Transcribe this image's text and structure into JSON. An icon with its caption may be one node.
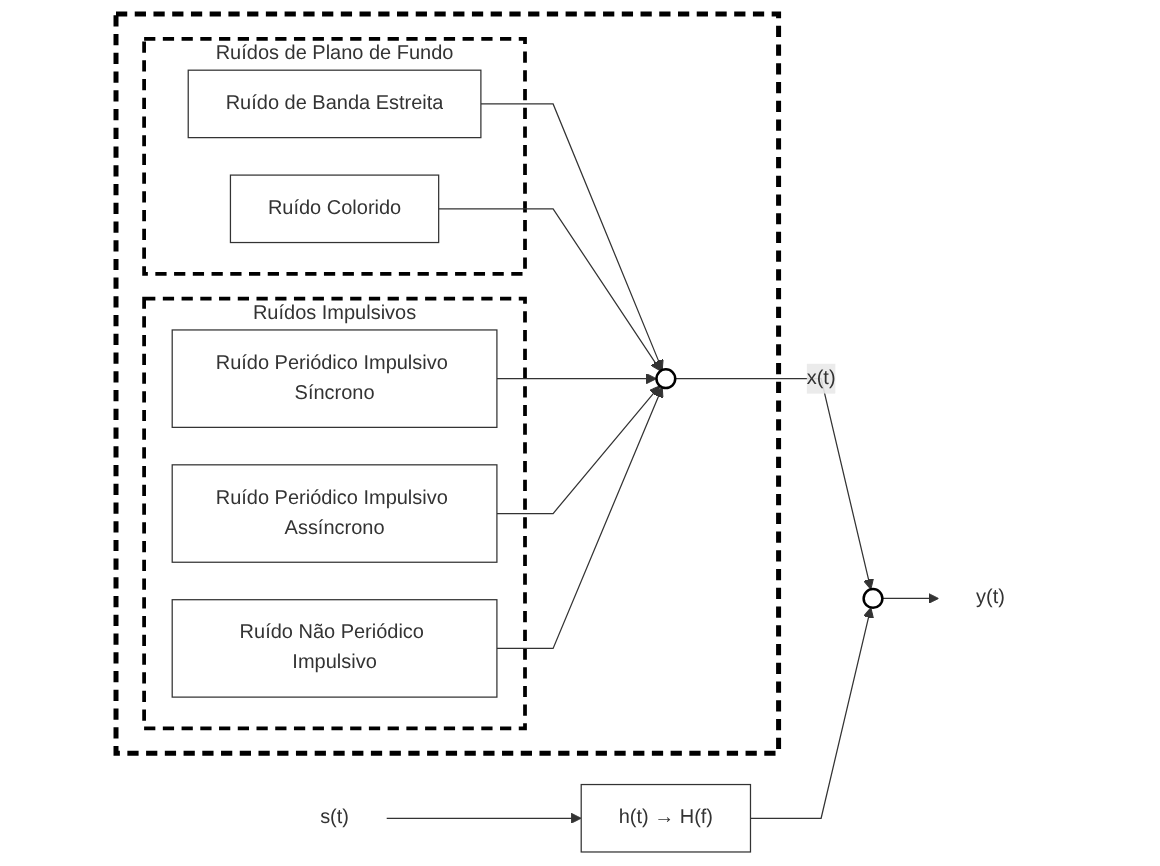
{
  "diagram": {
    "nodes": [
      {
        "text": [],
        "shape": "box"
      },
      {
        "text": [
          "Ruídos de Plano de Fundo"
        ],
        "in": 0
      },
      {
        "text": [
          "Ruído de Banda Estreita"
        ],
        "in": 1
      },
      {
        "text": [
          "Ruído Colorido"
        ],
        "in": 1
      },
      {
        "text": [],
        "shape": "circle",
        "in": 0
      },
      {
        "text": [
          "Ruídos Impulsivos"
        ],
        "in": 0
      },
      {
        "text": [
          "Ruído Periódico Impulsivo Síncrono"
        ],
        "in": 5
      },
      {
        "text": [
          "Ruído Periódico Impulsivo Assíncrono"
        ],
        "in": 5
      },
      {
        "text": [
          "Ruído Não Periódico Impulsivo"
        ],
        "in": 5
      },
      {
        "text": [
          "s(t)"
        ]
      },
      {
        "text": [
          "h(t) → H(f)"
        ]
      },
      {
        "text": [],
        "shape": "circle"
      },
      {
        "text": [
          "y(t)"
        ]
      }
    ],
    "edges": [
      {
        "from": 2,
        "to": 4,
        "arrow": "to"
      },
      {
        "from": 3,
        "to": 4,
        "arrow": "to"
      },
      {
        "from": 6,
        "to": 4,
        "arrow": "to"
      },
      {
        "from": 7,
        "to": 4,
        "arrow": "to"
      },
      {
        "from": 8,
        "to": 4,
        "arrow": "to"
      },
      {
        "from": 4,
        "to": 11,
        "arrow": "to",
        "label": "x(t)"
      },
      {
        "from": 9,
        "to": 10,
        "arrow": "to"
      },
      {
        "from": 10,
        "to": 11,
        "arrow": "to"
      },
      {
        "from": 11,
        "to": 12,
        "arrow": "to"
      }
    ]
  }
}
